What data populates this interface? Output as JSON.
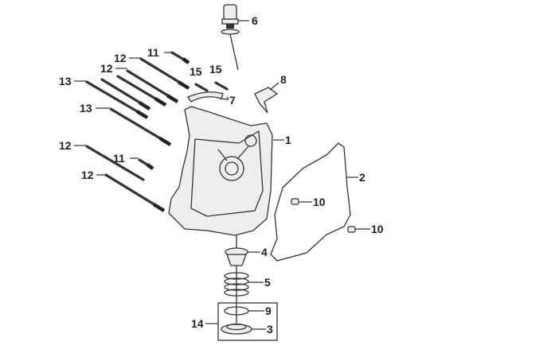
{
  "diagram": {
    "type": "exploded-parts-view",
    "callouts": [
      {
        "id": "c1",
        "label": "1"
      },
      {
        "id": "c2",
        "label": "2"
      },
      {
        "id": "c3",
        "label": "3"
      },
      {
        "id": "c4",
        "label": "4"
      },
      {
        "id": "c5",
        "label": "5"
      },
      {
        "id": "c6",
        "label": "6"
      },
      {
        "id": "c7",
        "label": "7"
      },
      {
        "id": "c8",
        "label": "8"
      },
      {
        "id": "c9",
        "label": "9"
      },
      {
        "id": "c10a",
        "label": "10"
      },
      {
        "id": "c10b",
        "label": "10"
      },
      {
        "id": "c11a",
        "label": "11"
      },
      {
        "id": "c11b",
        "label": "11"
      },
      {
        "id": "c12a",
        "label": "12"
      },
      {
        "id": "c12b",
        "label": "12"
      },
      {
        "id": "c12c",
        "label": "12"
      },
      {
        "id": "c12d",
        "label": "12"
      },
      {
        "id": "c13a",
        "label": "13"
      },
      {
        "id": "c13b",
        "label": "13"
      },
      {
        "id": "c14",
        "label": "14"
      },
      {
        "id": "c15a",
        "label": "15"
      },
      {
        "id": "c15b",
        "label": "15"
      }
    ]
  }
}
